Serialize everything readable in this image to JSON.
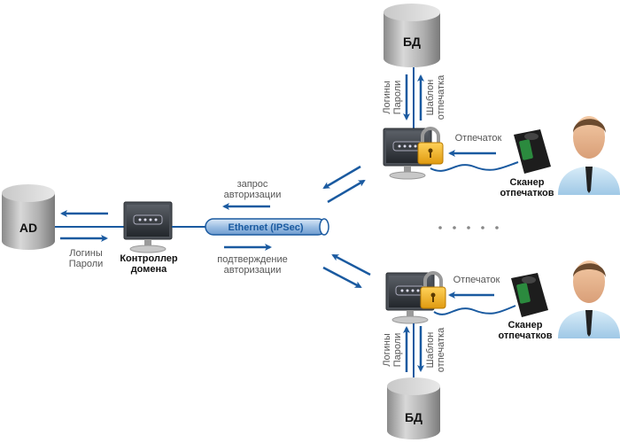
{
  "ad": {
    "label": "AD"
  },
  "controller": {
    "label_line1": "Контроллер",
    "label_line2": "домена",
    "ad_arrows_label_line1": "Логины",
    "ad_arrows_label_line2": "Пароли"
  },
  "network": {
    "label": "Ethernet (IPSec)",
    "request_line1": "запрос",
    "request_line2": "авторизации",
    "confirm_line1": "подтверждение",
    "confirm_line2": "авторизации"
  },
  "top_station": {
    "db_label": "БД",
    "left_vertical_line1": "Логины",
    "left_vertical_line2": "Пароли",
    "right_vertical_line1": "Шаблон",
    "right_vertical_line2": "отпечатка",
    "print_label": "Отпечаток",
    "scanner_line1": "Сканер",
    "scanner_line2": "отпечатков"
  },
  "bottom_station": {
    "db_label": "БД",
    "left_vertical_line1": "Логины",
    "left_vertical_line2": "Пароли",
    "right_vertical_line1": "Шаблон",
    "right_vertical_line2": "отпечатка",
    "print_label": "Отпечаток",
    "scanner_line1": "Сканер",
    "scanner_line2": "отпечатков"
  },
  "ellipsis": "• • • • •",
  "colors": {
    "arrow": "#1a5aa0",
    "pipe": "#a9c6e6",
    "pipe_border": "#1a5aa0",
    "lock": "#f0b020",
    "db": "#b8b8b8"
  }
}
